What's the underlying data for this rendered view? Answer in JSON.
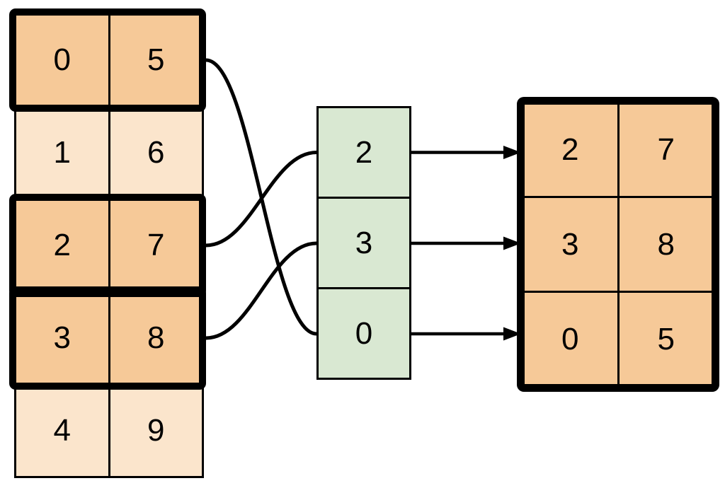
{
  "diagram": {
    "description": "Array fancy indexing: highlighted rows of the source table are selected by an index column and copied into the result table",
    "colors": {
      "highlight_fill": "#f6c998",
      "muted_fill": "#fbe5cc",
      "index_fill": "#d9e8d2",
      "line": "#000000",
      "background": "#ffffff"
    },
    "source_table": {
      "rows": [
        {
          "cells": [
            "0",
            "5"
          ],
          "highlighted": true
        },
        {
          "cells": [
            "1",
            "6"
          ],
          "highlighted": false
        },
        {
          "cells": [
            "2",
            "7"
          ],
          "highlighted": true
        },
        {
          "cells": [
            "3",
            "8"
          ],
          "highlighted": true
        },
        {
          "cells": [
            "4",
            "9"
          ],
          "highlighted": false
        }
      ]
    },
    "index_column": {
      "values": [
        "2",
        "3",
        "0"
      ]
    },
    "result_table": {
      "rows": [
        {
          "cells": [
            "2",
            "7"
          ]
        },
        {
          "cells": [
            "3",
            "8"
          ]
        },
        {
          "cells": [
            "0",
            "5"
          ]
        }
      ]
    },
    "connections": [
      {
        "source_row": 2,
        "index_pos": 0
      },
      {
        "source_row": 3,
        "index_pos": 1
      },
      {
        "source_row": 0,
        "index_pos": 2
      }
    ],
    "arrows": [
      {
        "index_pos": 0,
        "result_row": 0
      },
      {
        "index_pos": 1,
        "result_row": 1
      },
      {
        "index_pos": 2,
        "result_row": 2
      }
    ]
  }
}
